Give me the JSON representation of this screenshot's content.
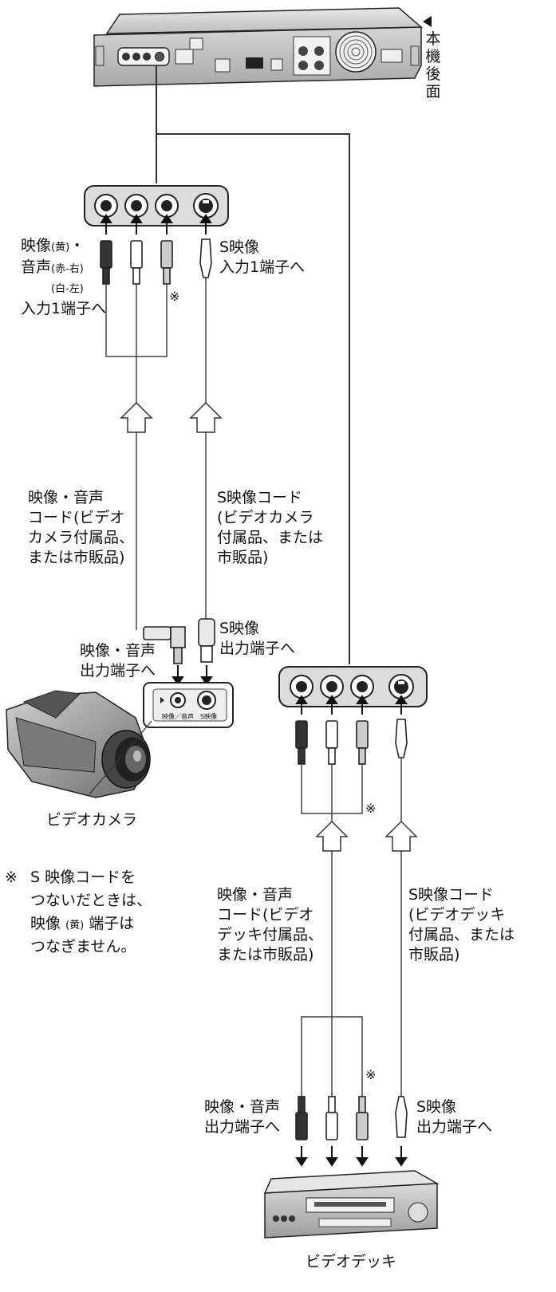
{
  "recorder": {
    "label_chars": [
      "本",
      "機",
      "後",
      "面"
    ]
  },
  "camera_input": {
    "label_line1_text": "映像",
    "label_line1_small": "(黄)",
    "label_line1_tail": "・",
    "label_line2_text": "音声",
    "label_line2_small": "(赤-右)",
    "label_line3_small": "(白-左)",
    "label_line4": "入力1端子へ",
    "s_label_line1": "S映像",
    "s_label_line2": "入力1端子へ",
    "mark": "※"
  },
  "camera_cords": {
    "av_cord": [
      "映像・音声",
      "コード(ビデオ",
      "カメラ付属品、",
      "または市販品)"
    ],
    "s_cord": [
      "S映像コード",
      "(ビデオカメラ",
      "付属品、または",
      "市販品)"
    ]
  },
  "camera": {
    "s_out": [
      "S映像",
      "出力端子へ"
    ],
    "av_out": [
      "映像・音声",
      "出力端子へ"
    ],
    "panel_av_label": "映像／音声",
    "panel_s_label": "S映像",
    "name": "ビデオカメラ"
  },
  "note": {
    "mark": "※",
    "lines": [
      "S 映像コードを",
      "つないだときは、",
      "映像",
      "(黄)",
      "端子は",
      "つなぎません。"
    ]
  },
  "deck_cords": {
    "av_cord": [
      "映像・音声",
      "コード(ビデオ",
      "デッキ付属品、",
      "または市販品)"
    ],
    "s_cord": [
      "S映像コード",
      "(ビデオデッキ",
      "付属品、または",
      "市販品)"
    ],
    "mark1": "※",
    "mark2": "※"
  },
  "deck": {
    "av_out": [
      "映像・音声",
      "出力端子へ"
    ],
    "s_out": [
      "S映像",
      "出力端子へ"
    ],
    "name": "ビデオデッキ"
  }
}
